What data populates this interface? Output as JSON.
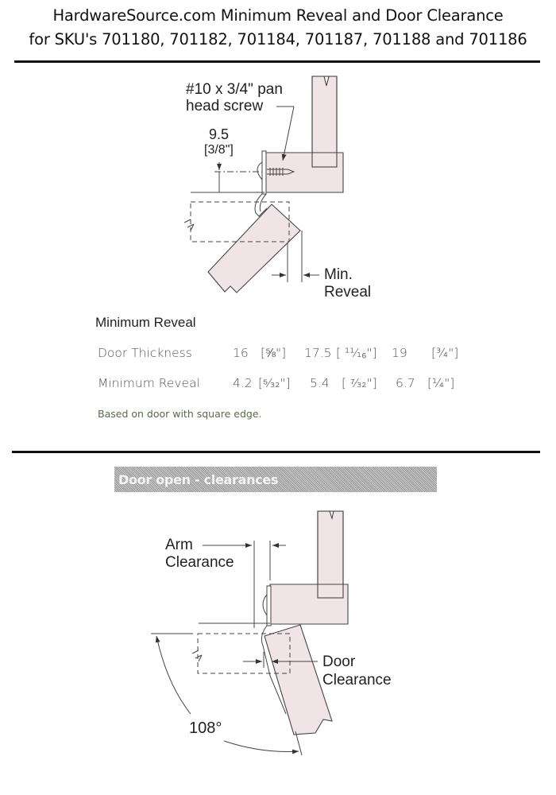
{
  "header": {
    "title_line1": "HardwareSource.com Minimum Reveal and Door Clearance",
    "title_line2": "for SKU's 701180, 701182, 701184, 701187, 701188 and 701186"
  },
  "diagram_top": {
    "screw_label_line1": "#10 x 3/4\" pan",
    "screw_label_line2": "head screw",
    "offset_value": "9.5",
    "offset_inch": "[3/8\"]",
    "reveal_label_line1": "Min.",
    "reveal_label_line2": "Reveal"
  },
  "reveal_table": {
    "title": "Minimum Reveal",
    "rows": [
      {
        "label": "Door Thickness",
        "values": [
          "16",
          "[⅝\"]",
          "17.5",
          "[ ¹¹⁄₁₆\"]",
          "19",
          "[¾\"]"
        ]
      },
      {
        "label": "Minimum Reveal",
        "values": [
          "4.2",
          "[⁵⁄₃₂\"]",
          "5.4",
          "[ ⁷⁄₃₂\"]",
          "6.7",
          "[¼\"]"
        ]
      }
    ],
    "note": "Based on door with square edge."
  },
  "section2": {
    "band_title": "Door open - clearances"
  },
  "diagram_bottom": {
    "arm_label_line1": "Arm",
    "arm_label_line2": "Clearance",
    "door_label_line1": "Door",
    "door_label_line2": "Clearance",
    "angle": "108°"
  },
  "colors": {
    "panel_fill": "#f1e4e6",
    "line": "#333333",
    "band_text": "#f4f4f4"
  }
}
